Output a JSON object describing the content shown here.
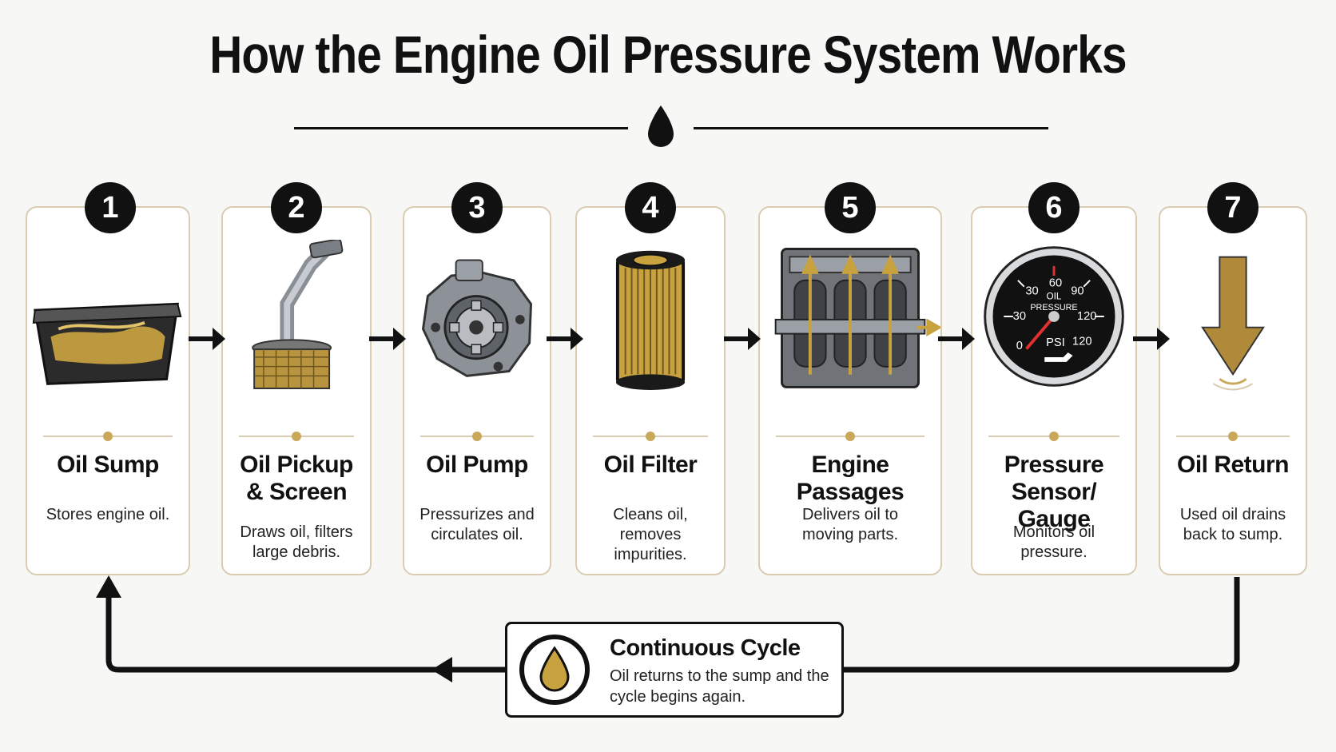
{
  "title": "How the Engine Oil Pressure System Works",
  "accent_color": "#c9a85a",
  "steps": [
    {
      "number": "1",
      "title_lines": [
        "Oil Sump"
      ],
      "desc_lines": [
        "Stores engine oil."
      ]
    },
    {
      "number": "2",
      "title_lines": [
        "Oil Pickup",
        "& Screen"
      ],
      "desc_lines": [
        "Draws oil, filters",
        "large debris."
      ]
    },
    {
      "number": "3",
      "title_lines": [
        "Oil Pump"
      ],
      "desc_lines": [
        "Pressurizes and",
        "circulates oil."
      ]
    },
    {
      "number": "4",
      "title_lines": [
        "Oil Filter"
      ],
      "desc_lines": [
        "Cleans oil, removes",
        "impurities."
      ]
    },
    {
      "number": "5",
      "title_lines": [
        "Engine Passages"
      ],
      "desc_lines": [
        "Delivers oil to",
        "moving parts."
      ]
    },
    {
      "number": "6",
      "title_lines": [
        "Pressure Sensor/",
        "Gauge"
      ],
      "desc_lines": [
        "Monitors oil",
        "pressure."
      ]
    },
    {
      "number": "7",
      "title_lines": [
        "Oil Return"
      ],
      "desc_lines": [
        "Used oil drains",
        "back to sump."
      ]
    }
  ],
  "gauge": {
    "ticks": [
      "0",
      "30",
      "30",
      "60",
      "90",
      "120",
      "120"
    ],
    "label_top": "OIL",
    "label_mid": "PRESSURE",
    "unit": "PSI"
  },
  "cycle": {
    "title": "Continuous Cycle",
    "desc_lines": [
      "Oil returns to the sump and the",
      "cycle begins again."
    ]
  },
  "icons": [
    "oil-drop-icon",
    "oil-sump-icon",
    "oil-pickup-icon",
    "oil-pump-icon",
    "oil-filter-icon",
    "engine-block-icon",
    "pressure-gauge-icon",
    "down-arrow-icon"
  ]
}
